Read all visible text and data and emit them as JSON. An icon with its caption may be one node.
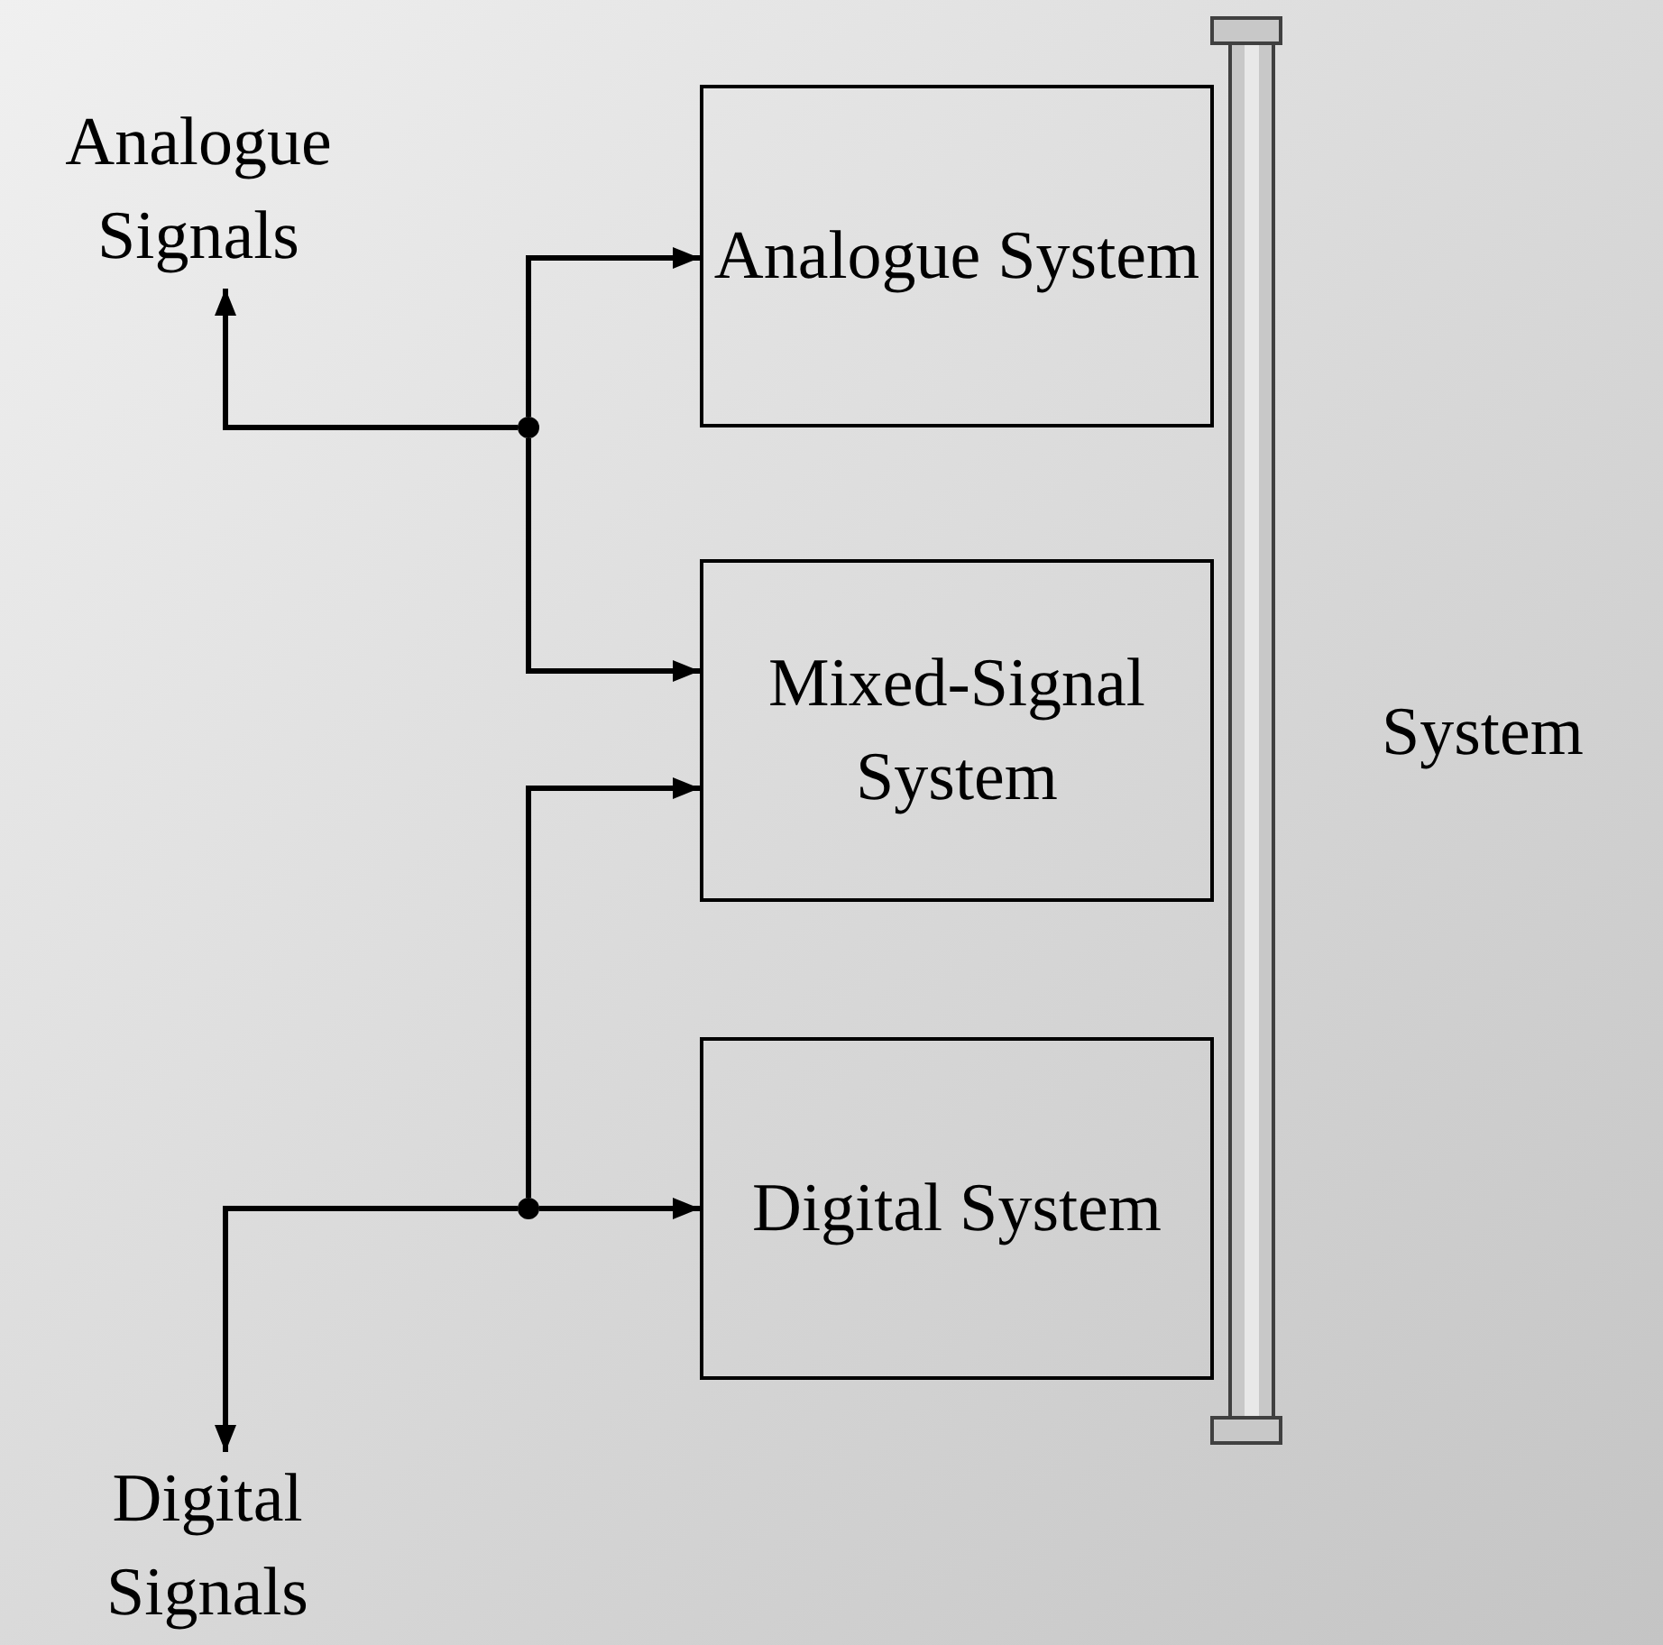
{
  "diagram": {
    "nodes": [
      {
        "text": [
          "Analogue Signals"
        ]
      },
      {
        "text": [
          "Analogue System"
        ]
      },
      {
        "text": [
          "Mixed-Signal System"
        ]
      },
      {
        "text": [
          "Digital System"
        ]
      },
      {
        "text": [
          "Digital Signals"
        ]
      },
      {
        "text": [],
        "shape": "circle"
      },
      {
        "text": [],
        "shape": "circle"
      }
    ],
    "edges": [
      {
        "from": 5,
        "to": 0,
        "arrow": "to"
      },
      {
        "from": 5,
        "to": 1,
        "arrow": "to"
      },
      {
        "from": 5,
        "to": 2,
        "arrow": "to"
      },
      {
        "from": 6,
        "to": 2,
        "arrow": "to"
      },
      {
        "from": 6,
        "to": 3,
        "arrow": "to"
      },
      {
        "from": 6,
        "to": 4,
        "arrow": "to"
      }
    ],
    "labels": [
      "System"
    ]
  }
}
